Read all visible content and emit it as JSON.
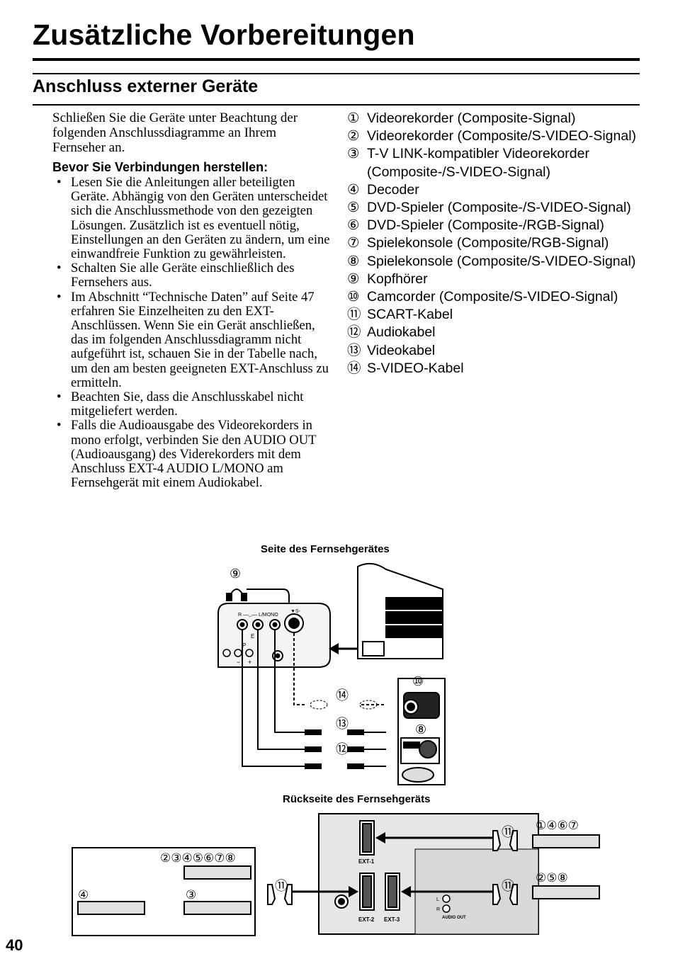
{
  "page": {
    "title": "Zusätzliche Vorbereitungen",
    "section_title": "Anschluss externer Geräte",
    "page_number": "40"
  },
  "intro": "Schließen Sie die Geräte unter Beachtung der folgenden Anschlussdiagramme an Ihrem Fernseher an.",
  "before_heading": "Bevor Sie Verbindungen herstellen:",
  "bullets": [
    "Lesen Sie die Anleitungen aller beteiligten Geräte. Abhängig von den Geräten unterscheidet sich die Anschlussmethode von den gezeigten Lösungen. Zusätzlich ist es eventuell nötig, Einstellungen an den Geräten zu ändern, um eine einwandfreie Funktion zu gewährleisten.",
    "Schalten Sie alle Geräte einschließlich des Fernsehers aus.",
    "Im Abschnitt “Technische Daten” auf Seite 47 erfahren Sie Einzelheiten zu den EXT-Anschlüssen. Wenn Sie ein Gerät anschließen, das im folgenden Anschlussdiagramm nicht aufgeführt ist, schauen Sie in der Tabelle nach, um den am besten geeigneten EXT-Anschluss zu ermitteln.",
    "Beachten Sie, dass die Anschlusskabel nicht mitgeliefert werden.",
    "Falls die Audioausgabe des Videorekorders in mono erfolgt, verbinden Sie den AUDIO OUT (Audioausgang) des Viderekorders mit dem Anschluss EXT-4 AUDIO L/MONO am Fernsehgerät mit einem Audiokabel."
  ],
  "legend": [
    {
      "num": "①",
      "text": "Videorekorder (Composite-Signal)"
    },
    {
      "num": "②",
      "text": "Videorekorder (Composite/S-VIDEO-Signal)"
    },
    {
      "num": "③",
      "text": "T-V LINK-kompatibler Videorekorder (Composite-/S-VIDEO-Signal)"
    },
    {
      "num": "④",
      "text": "Decoder"
    },
    {
      "num": "⑤",
      "text": "DVD-Spieler (Composite-/S-VIDEO-Signal)"
    },
    {
      "num": "⑥",
      "text": "DVD-Spieler (Composite-/RGB-Signal)"
    },
    {
      "num": "⑦",
      "text": "Spielekonsole (Composite/RGB-Signal)"
    },
    {
      "num": "⑧",
      "text": "Spielekonsole (Composite/S-VIDEO-Signal)"
    },
    {
      "num": "⑨",
      "text": "Kopfhörer"
    },
    {
      "num": "⑩",
      "text": "Camcorder (Composite/S-VIDEO-Signal)"
    },
    {
      "num": "⑪",
      "text": "SCART-Kabel"
    },
    {
      "num": "⑫",
      "text": "Audiokabel"
    },
    {
      "num": "⑬",
      "text": "Videokabel"
    },
    {
      "num": "⑭",
      "text": "S-VIDEO-Kabel"
    }
  ],
  "diagram": {
    "side_caption": "Seite des Fernsehgerätes",
    "rear_caption": "Rückseite des Fernsehgeräts",
    "side_labels": {
      "headphones": "⑨",
      "camcorder": "⑩",
      "svideo_cable": "⑭",
      "video_cable": "⑬",
      "audio_cable": "⑫",
      "console": "⑧",
      "panel_r_l_mono": "R —◡— L/MONO",
      "panel_s": "▼S-",
      "panel_e": "E",
      "panel_p": "P",
      "panel_plus": "+",
      "panel_minus": "−"
    },
    "rear_labels": {
      "ext1": "EXT-1",
      "ext2": "EXT-2",
      "ext3": "EXT-3",
      "l": "L",
      "r": "R",
      "audio_out": "AUDIO OUT",
      "scart_top": "⑪",
      "scart_bottom": "⑪",
      "scart_left": "⑪",
      "scart_mid": "⑪",
      "devices_top": "①④⑥⑦",
      "devices_bottom": "②⑤⑧",
      "group_all": "②③④⑤⑥⑦⑧",
      "left_device": "④",
      "right_device": "③"
    }
  }
}
